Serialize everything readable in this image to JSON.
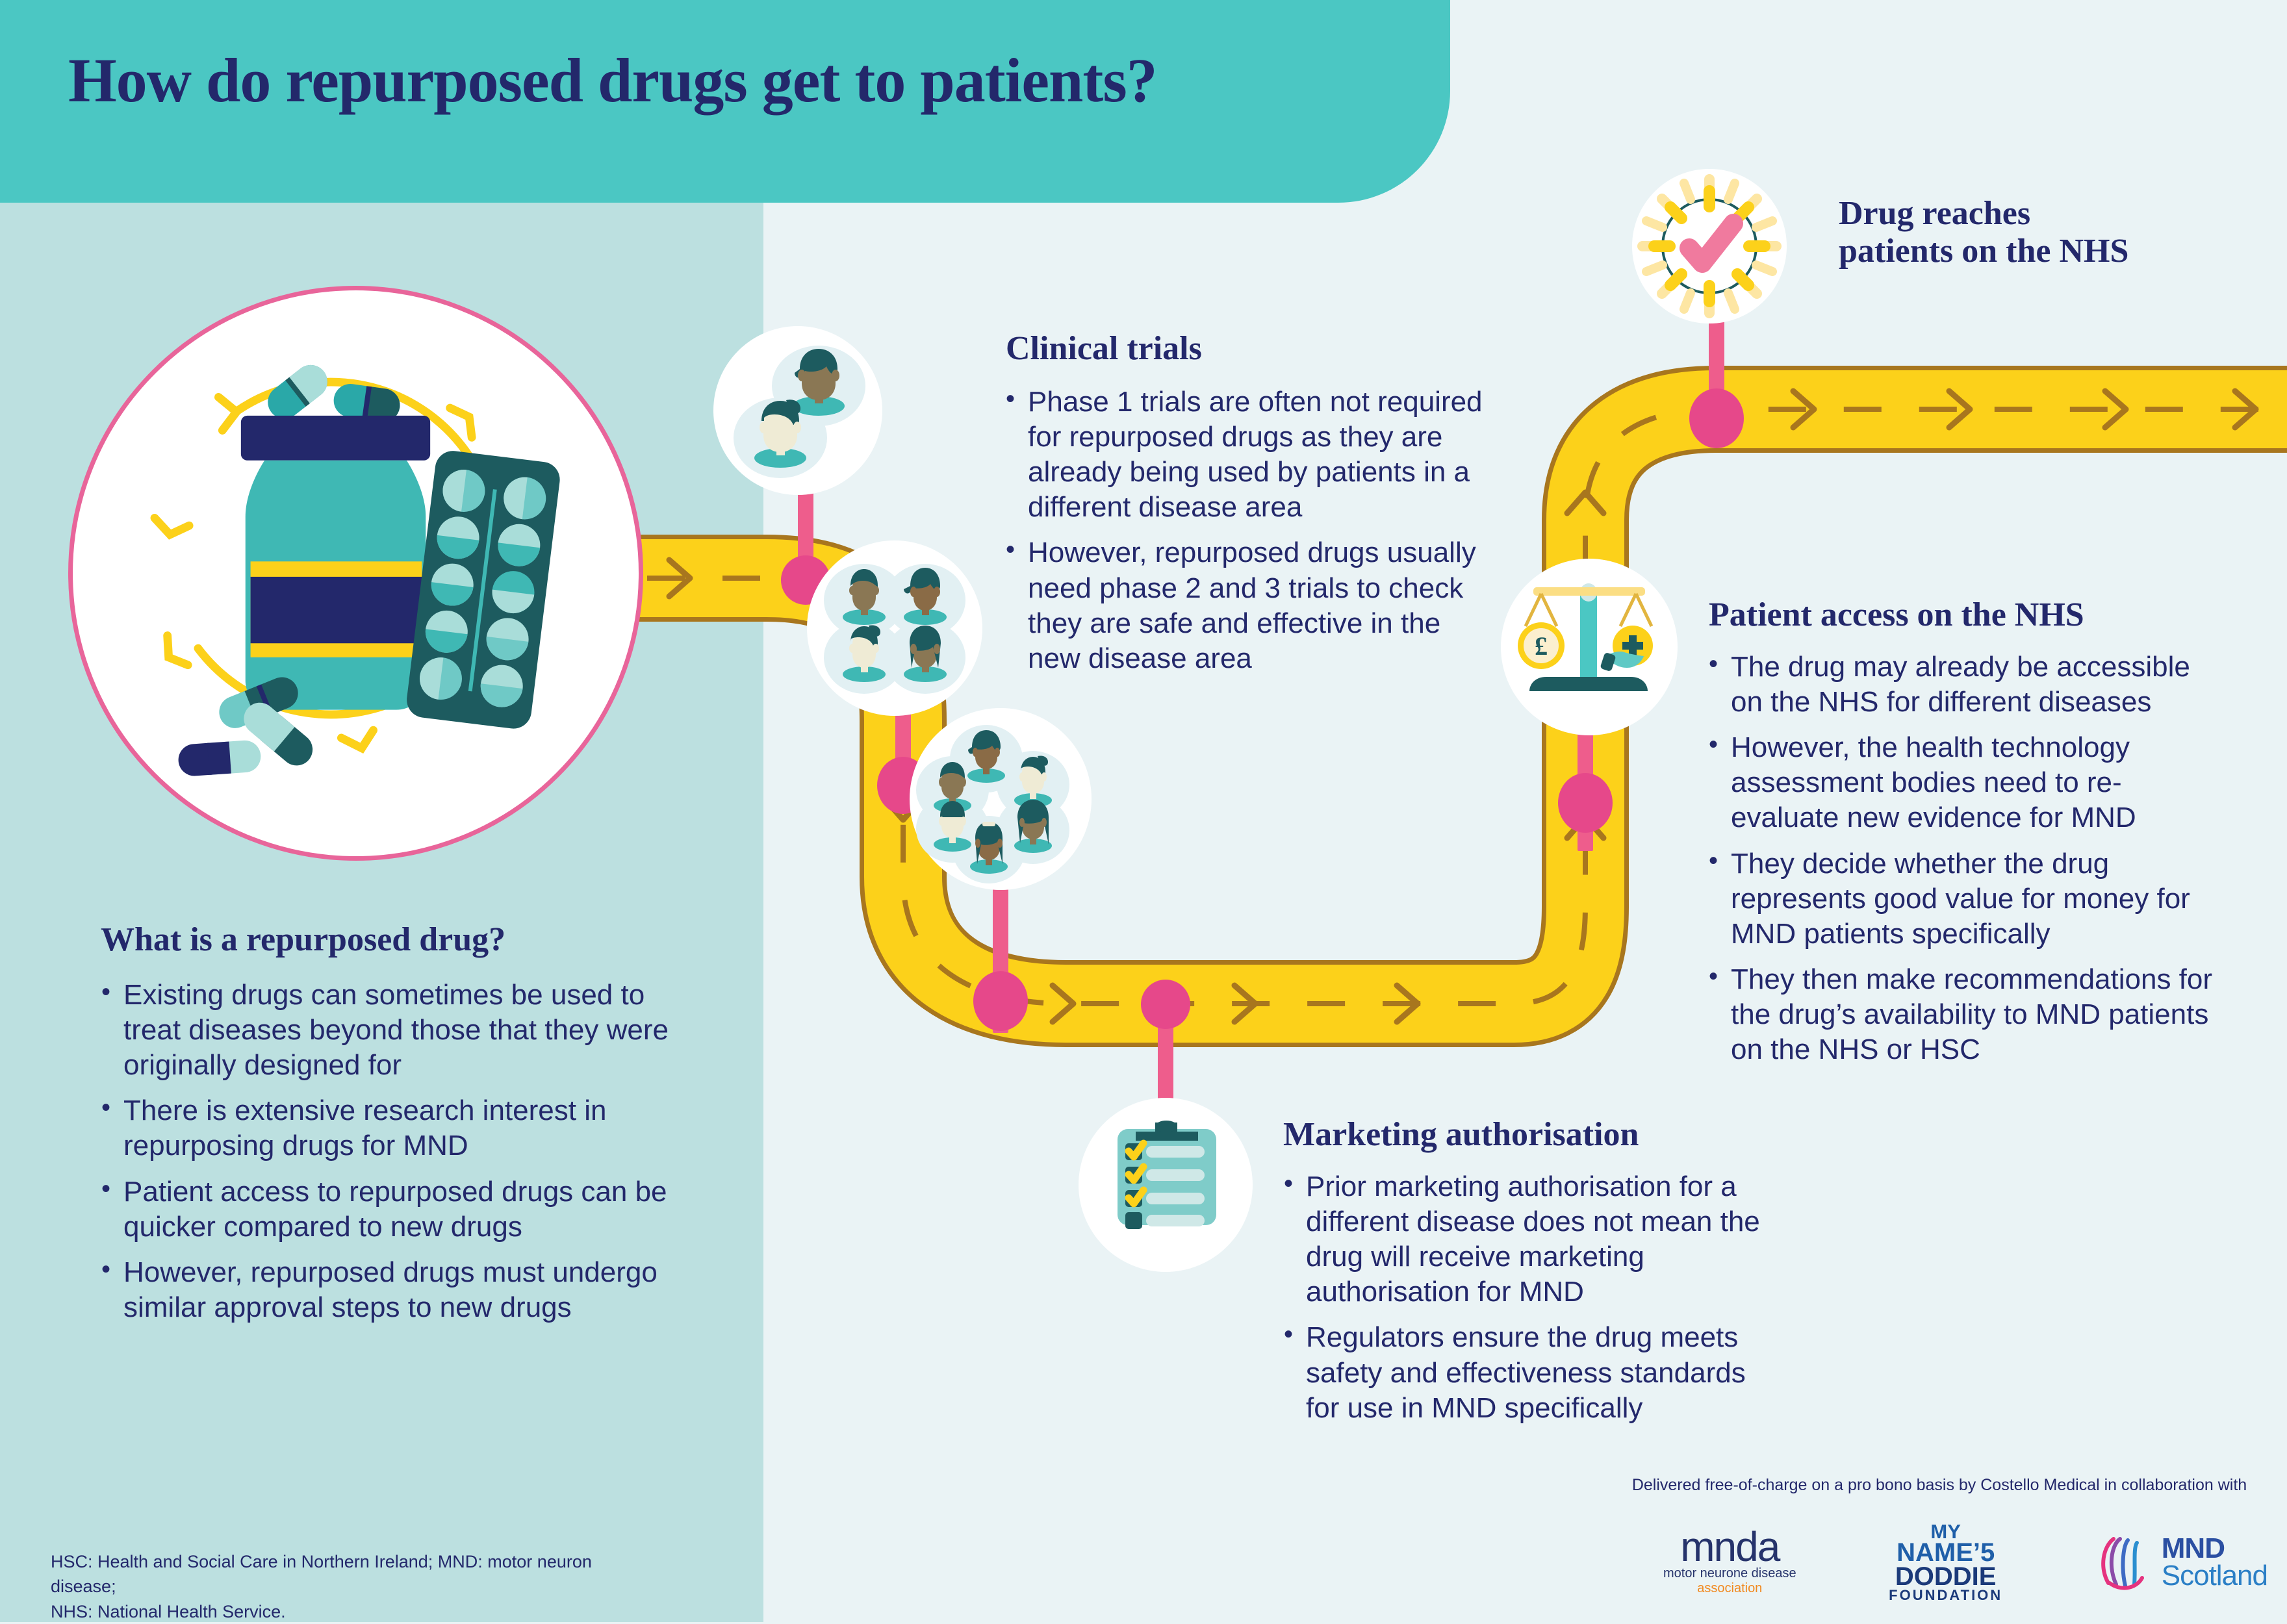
{
  "header": {
    "title": "How do repurposed drugs get to patients?"
  },
  "colors": {
    "teal_banner": "#4BC7C3",
    "left_panel": "#BCE0E0",
    "page_bg": "#EAF3F5",
    "navy_text": "#23286B",
    "road_yellow": "#FCD11A",
    "road_border": "#A8761E",
    "pink_accent": "#E6488A",
    "pink_ring": "#E8659A",
    "dark_teal": "#1D5B5F"
  },
  "sections": {
    "repurposed": {
      "heading": "What is a repurposed drug?",
      "bullets": [
        "Existing drugs can sometimes be used to treat diseases beyond those that they were originally designed for",
        "There is extensive research interest in repurposing drugs for MND",
        "Patient access to repurposed drugs can be quicker compared to new drugs",
        "However, repurposed drugs must undergo similar approval steps to new drugs"
      ]
    },
    "clinical_trials": {
      "heading": "Clinical trials",
      "bullets": [
        "Phase 1 trials are often not required for repurposed drugs as they are already being used by patients in a different disease area",
        "However, repurposed drugs usually need phase 2 and 3 trials to check they are safe and effective in the new disease area"
      ]
    },
    "marketing_authorisation": {
      "heading": "Marketing authorisation",
      "bullets": [
        "Prior marketing authorisation for a different disease does not mean the drug will receive marketing authorisation for MND",
        "Regulators ensure the drug meets safety and effectiveness standards for use in MND specifically"
      ]
    },
    "patient_access": {
      "heading": "Patient access on the NHS",
      "bullets": [
        "The drug may already be accessible on the NHS for different diseases",
        "However, the health technology assessment bodies need to re-evaluate new evidence for MND",
        "They decide whether the drug represents good value for money for MND patients specifically",
        "They then make recommendations for the drug’s availability to MND patients on the NHS or HSC"
      ]
    },
    "drug_reaches": {
      "heading_line1": "Drug reaches",
      "heading_line2": "patients on the NHS"
    }
  },
  "icons": {
    "pill_bottle": "pill-bottle-illustration",
    "trial_small": "two-people-icon",
    "trial_medium": "four-people-icon",
    "trial_large": "six-people-icon",
    "clipboard": "clipboard-checklist-icon",
    "scales": "balance-scales-icon",
    "success": "checkmark-sunburst-icon",
    "currency_symbol": "£",
    "plus_symbol": "+"
  },
  "footer": {
    "footnote_line1": "HSC: Health and Social Care in Northern Ireland; MND: motor neuron disease;",
    "footnote_line2": "NHS: National Health Service.",
    "credit": "Delivered free-of-charge on a pro bono basis by Costello Medical in collaboration with",
    "logos": {
      "mnda": {
        "wordmark": "mnda",
        "sub_line1": "motor neurone disease",
        "sub_line2": "association"
      },
      "doddie": {
        "line1": "MY",
        "line2": "NAME’5",
        "line3": "DODDIE",
        "line4": "FOUNDATION"
      },
      "mnd_scotland": {
        "line1": "MND",
        "line2": "Scotland"
      }
    }
  }
}
